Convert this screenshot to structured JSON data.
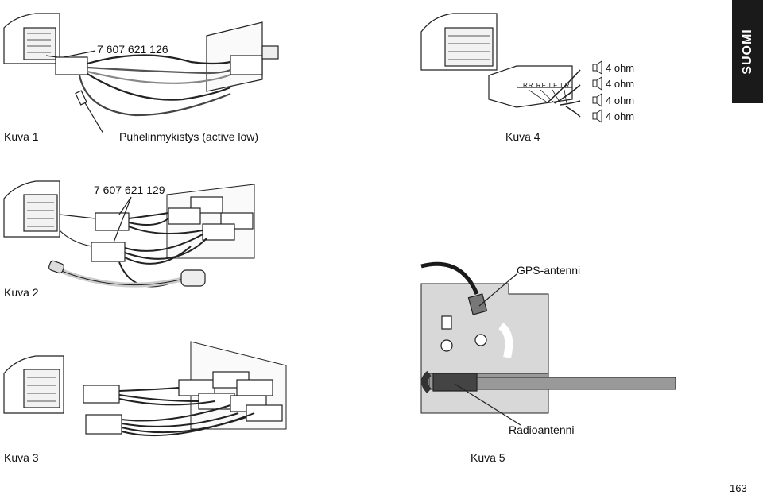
{
  "side_tab": "SUOMI",
  "figures": {
    "kuva1": {
      "caption": "Kuva 1",
      "part_number": "7 607 621 126",
      "callout": "Puhelinmykistys (active low)"
    },
    "kuva2": {
      "caption": "Kuva 2",
      "part_number": "7 607 621 129"
    },
    "kuva3": {
      "caption": "Kuva 3"
    },
    "kuva4": {
      "caption": "Kuva 4",
      "channels": [
        "RR",
        "RF",
        "LF",
        "LR"
      ],
      "speakers": [
        "4 ohm",
        "4 ohm",
        "4 ohm",
        "4 ohm"
      ]
    },
    "kuva5": {
      "caption": "Kuva 5",
      "gps_label": "GPS-antenni",
      "radio_label": "Radioantenni"
    }
  },
  "page_number": "163"
}
